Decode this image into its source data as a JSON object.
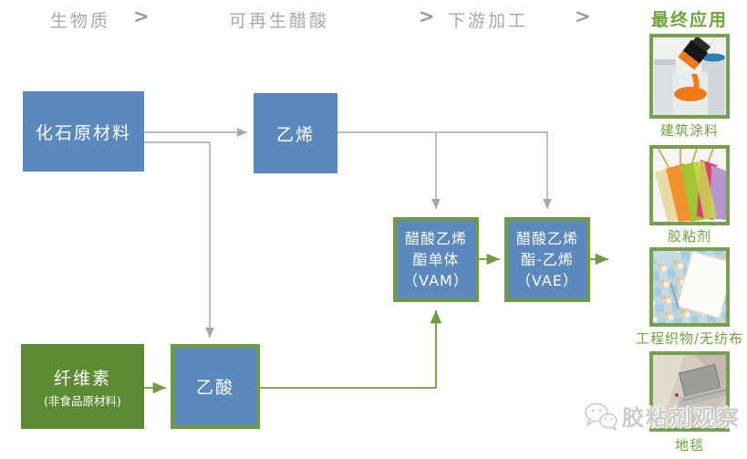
{
  "header": {
    "chevron": ">",
    "stages": [
      {
        "label": "生物质"
      },
      {
        "label": "可再生醋酸"
      },
      {
        "label": "下游加工"
      }
    ],
    "final": "最终应用"
  },
  "flow": {
    "fossil": {
      "label": "化石原材料"
    },
    "ethylene": {
      "label": "乙烯"
    },
    "vam": {
      "line1": "醋酸乙烯",
      "line2": "酯单体",
      "line3": "（VAM）"
    },
    "vae": {
      "line1": "醋酸乙烯",
      "line2": "酯-乙烯",
      "line3": "（VAE）"
    },
    "cellulose": {
      "title": "纤维素",
      "subtitle": "(非食品原材料)"
    },
    "acetic": {
      "label": "乙酸"
    }
  },
  "applications": [
    {
      "label": "建筑涂料",
      "image": "paint-cans-with-orange-paint-and-brush"
    },
    {
      "label": "胶粘剂",
      "image": "colorful-shopping-bags"
    },
    {
      "label": "工程织物/无纺布",
      "image": "gingham-tablecloth-with-napkin"
    },
    {
      "label": "地毯",
      "image": "laptop-on-carpet"
    }
  ],
  "watermark": {
    "icon": "wechat-icon",
    "text": "胶粘剂观察"
  },
  "colors": {
    "box_blue": "#5b89be",
    "box_green_fill": "#5d8b33",
    "border_green": "#6f9c41",
    "line_gray": "#a6a6a6",
    "header_gray": "#a9a9a9",
    "accent_green": "#6fa33c",
    "watermark_gray": "#cbcbcb"
  }
}
